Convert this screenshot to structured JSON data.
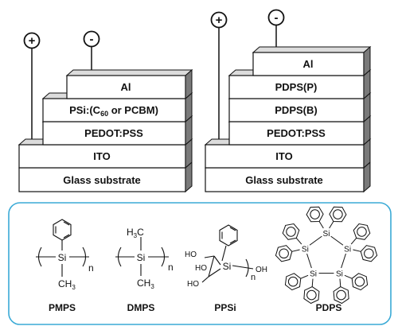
{
  "left_device": {
    "terminals": {
      "positive": "+",
      "negative": "-"
    },
    "layers": [
      "Glass substrate",
      "ITO",
      "PEDOT:PSS",
      "PSi:(C60 or PCBM)",
      "Al"
    ],
    "psi_layer_parts": {
      "main": "PSi:(C",
      "sub": "60",
      "rest": " or PCBM)"
    }
  },
  "right_device": {
    "terminals": {
      "positive": "+",
      "negative": "-"
    },
    "layers": [
      "Glass substrate",
      "ITO",
      "PEDOT:PSS",
      "PDPS(B)",
      "PDPS(P)",
      "Al"
    ]
  },
  "molecules": [
    {
      "name": "PMPS",
      "atom_labels": [
        "Si",
        "CH",
        "3",
        "n"
      ]
    },
    {
      "name": "DMPS",
      "atom_labels": [
        "H",
        "3",
        "C",
        "Si",
        "CH",
        "3",
        "n"
      ]
    },
    {
      "name": "PPSi",
      "atom_labels": [
        "HO",
        "HO",
        "HO",
        "Si",
        "OH",
        "n"
      ]
    },
    {
      "name": "PDPS",
      "atom_labels": [
        "Si",
        "Si",
        "Si",
        "Si",
        "Si"
      ]
    }
  ],
  "colors": {
    "panel_border": "#3aaad6",
    "layer_front": "#ffffff",
    "layer_top": "#dcdcdc",
    "layer_side": "#7a7a7a",
    "line": "#111111"
  }
}
